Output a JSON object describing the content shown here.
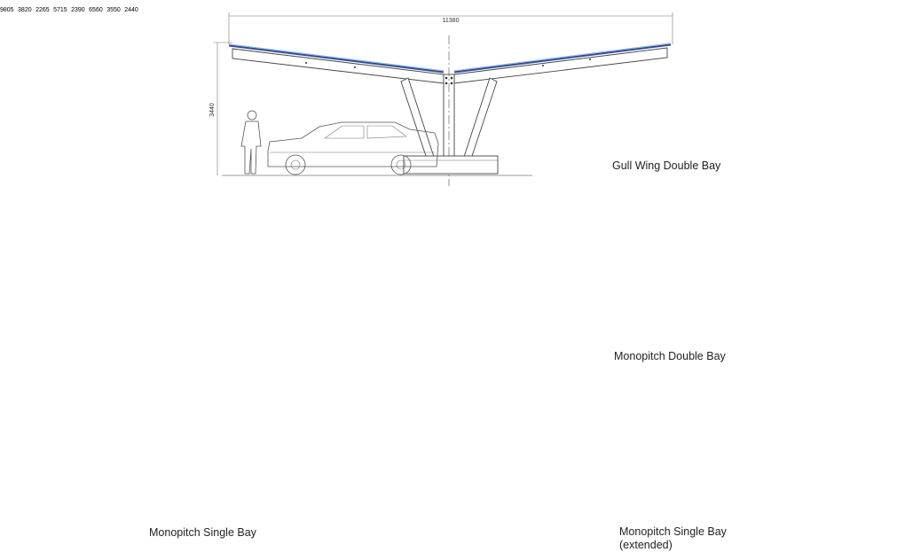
{
  "views": [
    {
      "id": "gull-wing",
      "caption": [
        "Gull Wing Double Bay"
      ],
      "width_dim": "11380",
      "height_dim": "3440"
    },
    {
      "id": "monopitch-double",
      "caption": [
        "Monopitch Double Bay"
      ],
      "width_dim": "9805",
      "height_dim": "3820",
      "low_dim": "2265"
    },
    {
      "id": "monopitch-single",
      "caption": [
        "Monopitch Single Bay"
      ],
      "width_dim": "5715",
      "low_dim": "2390"
    },
    {
      "id": "monopitch-single-ext",
      "caption": [
        "Monopitch Single Bay",
        "(extended)"
      ],
      "width_dim": "6560",
      "height_dim": "3550",
      "low_dim": "2440"
    }
  ]
}
